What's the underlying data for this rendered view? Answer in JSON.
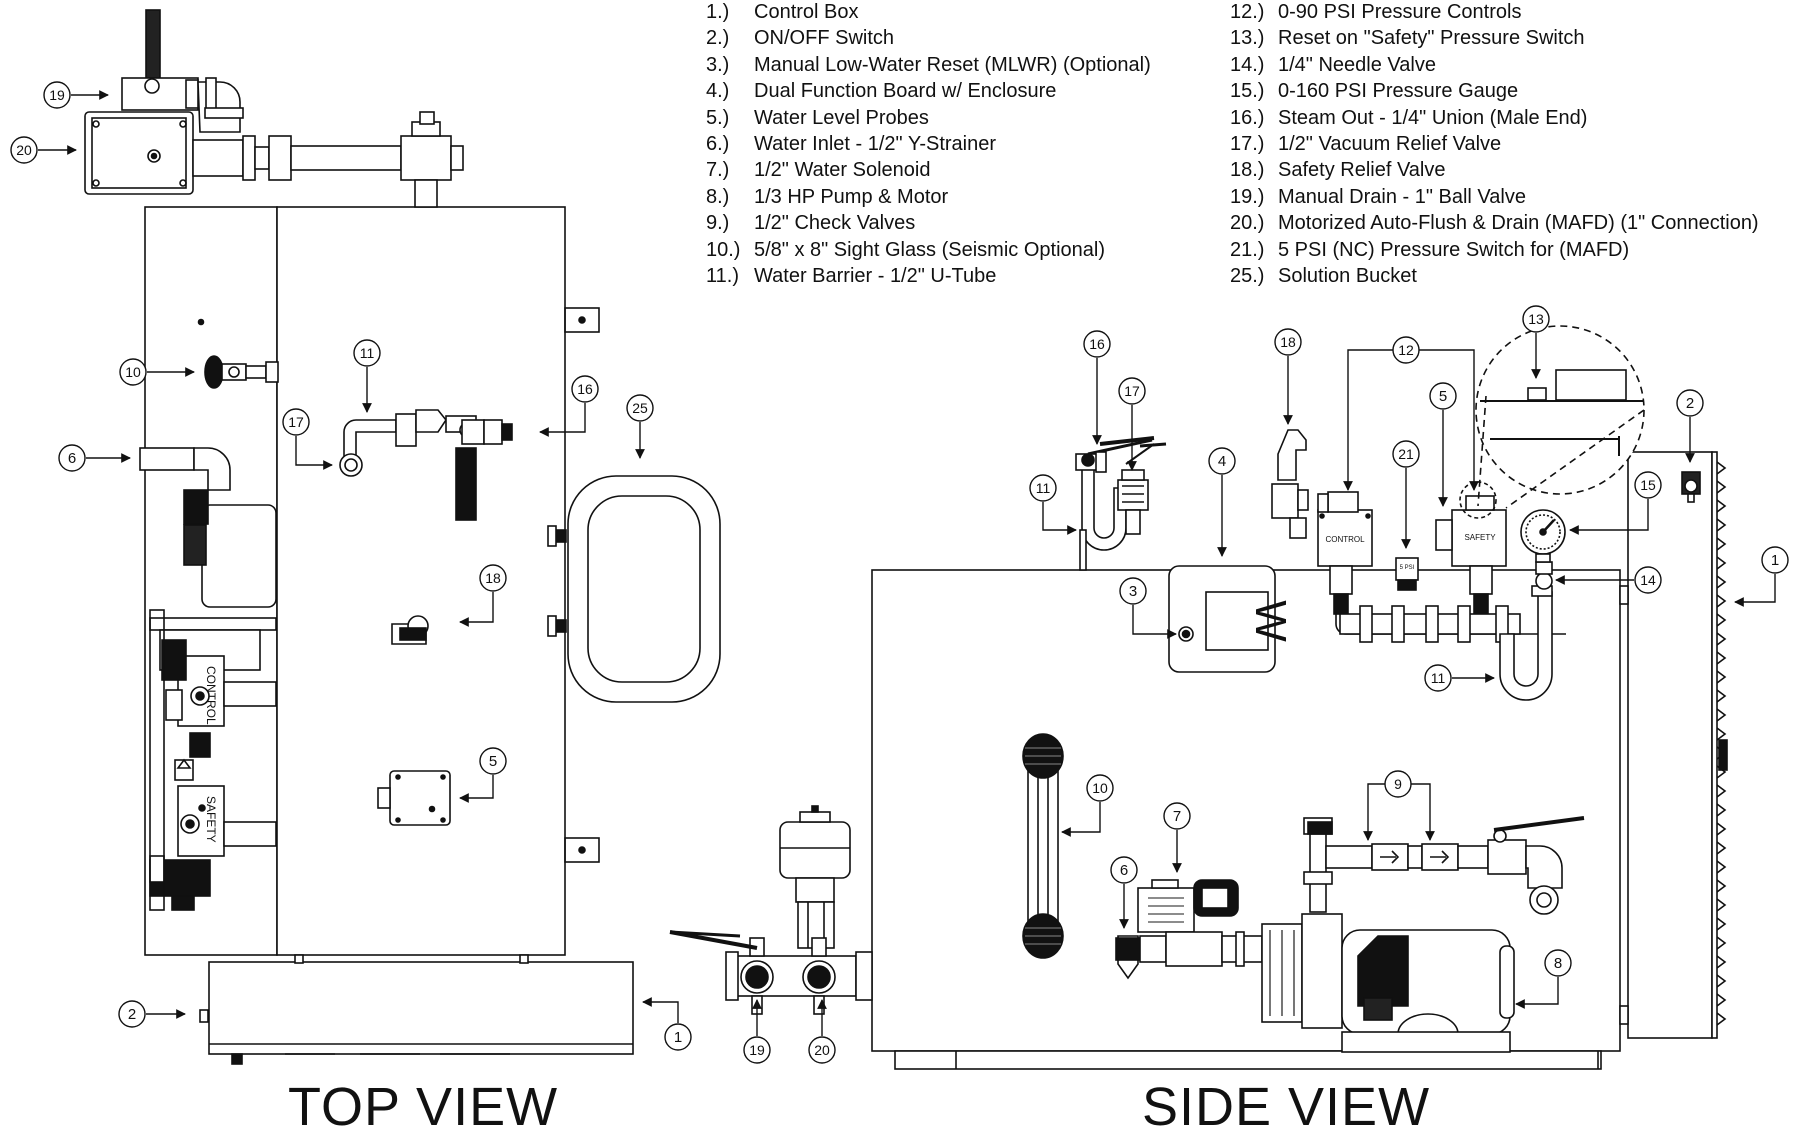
{
  "legend_left": [
    {
      "num": "1.)",
      "text": "Control Box"
    },
    {
      "num": "2.)",
      "text": "ON/OFF Switch"
    },
    {
      "num": "3.)",
      "text": "Manual Low-Water Reset (MLWR) (Optional)"
    },
    {
      "num": "4.)",
      "text": "Dual Function Board w/ Enclosure"
    },
    {
      "num": "5.)",
      "text": "Water Level Probes"
    },
    {
      "num": "6.)",
      "text": "Water Inlet - 1/2\" Y-Strainer"
    },
    {
      "num": "7.)",
      "text": "1/2\" Water Solenoid"
    },
    {
      "num": "8.)",
      "text": "1/3 HP Pump & Motor"
    },
    {
      "num": "9.)",
      "text": "1/2\" Check Valves"
    },
    {
      "num": "10.)",
      "text": "5/8\" x 8\" Sight Glass (Seismic Optional)"
    },
    {
      "num": "11.)",
      "text": "Water Barrier - 1/2\" U-Tube"
    }
  ],
  "legend_right": [
    {
      "num": "12.)",
      "text": "0-90 PSI Pressure Controls"
    },
    {
      "num": "13.)",
      "text": "Reset on \"Safety\" Pressure Switch"
    },
    {
      "num": "14.)",
      "text": "1/4\" Needle Valve"
    },
    {
      "num": "15.)",
      "text": "0-160 PSI Pressure Gauge"
    },
    {
      "num": "16.)",
      "text": "Steam Out - 1/4\" Union (Male End)"
    },
    {
      "num": "17.)",
      "text": "1/2\" Vacuum Relief Valve"
    },
    {
      "num": "18.)",
      "text": "Safety Relief Valve"
    },
    {
      "num": "19.)",
      "text": "Manual Drain - 1\" Ball Valve"
    },
    {
      "num": "20.)",
      "text": "Motorized Auto-Flush & Drain (MAFD) (1\" Connection)"
    },
    {
      "num": "21.)",
      "text": "5 PSI (NC) Pressure Switch for (MAFD)"
    },
    {
      "num": "25.)",
      "text": "Solution Bucket"
    }
  ],
  "titles": {
    "top_view": "TOP VIEW",
    "side_view": "SIDE VIEW"
  },
  "component_labels": {
    "control": "CONTROL",
    "safety": "SAFETY",
    "psi5": "5 PSI",
    "board": "W"
  },
  "callouts": {
    "c1": "1",
    "c2": "2",
    "c3": "3",
    "c4": "4",
    "c5": "5",
    "c6": "6",
    "c7": "7",
    "c8": "8",
    "c9": "9",
    "c10": "10",
    "c11": "11",
    "c12": "12",
    "c13": "13",
    "c14": "14",
    "c15": "15",
    "c16": "16",
    "c17": "17",
    "c18": "18",
    "c19": "19",
    "c20": "20",
    "c21": "21",
    "c25": "25"
  },
  "colors": {
    "line": "#111111",
    "fill": "#ffffff",
    "shade": "#1a1a1a",
    "gray": "#cccccc"
  }
}
